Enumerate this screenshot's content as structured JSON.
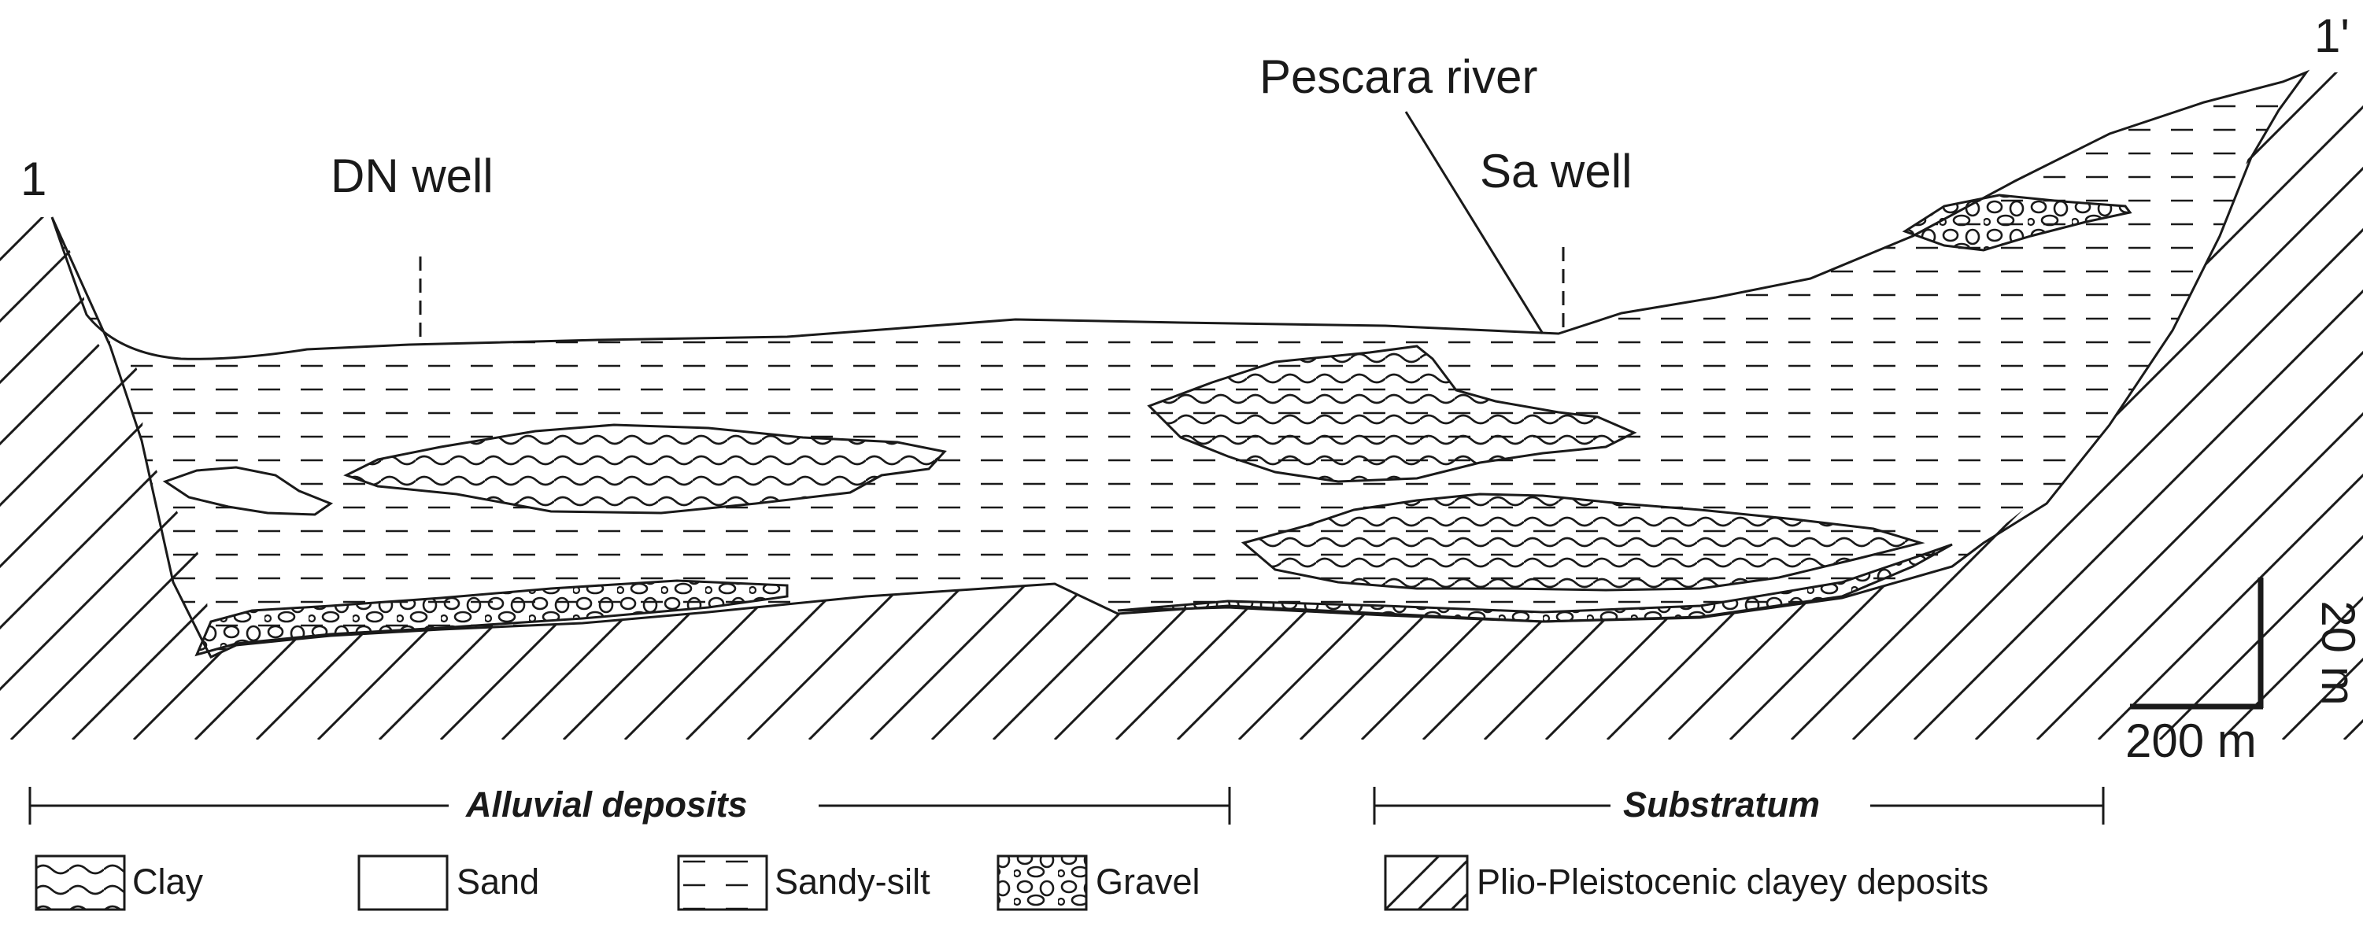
{
  "section": {
    "end_left": "1",
    "end_right": "1'",
    "wells": [
      "DN well",
      "Sa well"
    ],
    "river": "Pescara river"
  },
  "scale_bar": {
    "vertical": "20 m",
    "horizontal": "200 m"
  },
  "legend": {
    "groups": [
      {
        "title": "Alluvial deposits"
      },
      {
        "title": "Substratum"
      }
    ],
    "items": [
      {
        "label": "Clay",
        "pattern": "wavy"
      },
      {
        "label": "Sand",
        "pattern": "blank"
      },
      {
        "label": "Sandy-silt",
        "pattern": "dashed"
      },
      {
        "label": "Gravel",
        "pattern": "circles"
      },
      {
        "label": "Plio-Pleistocenic clayey deposits",
        "pattern": "hatched"
      }
    ]
  },
  "colors": {
    "line": "#1a1a1a",
    "background": "#ffffff"
  }
}
